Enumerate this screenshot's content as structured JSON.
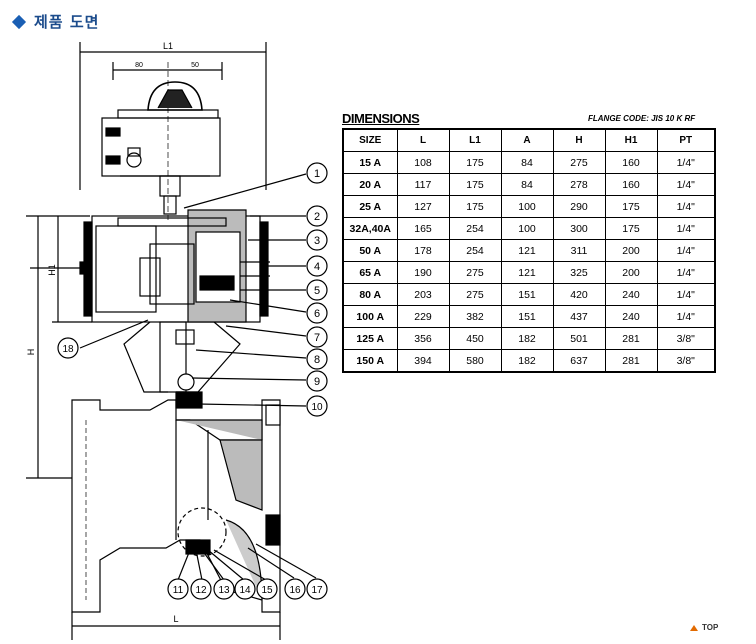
{
  "header": {
    "title": "제품 도면",
    "icon": "diamond-bullet-icon",
    "color": "#1a5fb4"
  },
  "drawing": {
    "dimension_labels": {
      "l1": "L1",
      "l": "L",
      "h": "H",
      "h1": "H1",
      "top_a": "80",
      "top_b": "50"
    },
    "callouts": [
      "1",
      "2",
      "3",
      "4",
      "5",
      "6",
      "7",
      "8",
      "9",
      "10",
      "11",
      "12",
      "13",
      "14",
      "15",
      "16",
      "17",
      "18"
    ]
  },
  "dimensions": {
    "heading": "DIMENSIONS",
    "flange_code": "FLANGE CODE: JIS 10 K RF",
    "columns": [
      "SIZE",
      "L",
      "L1",
      "A",
      "H",
      "H1",
      "PT"
    ],
    "rows": [
      [
        "15 A",
        "108",
        "175",
        "84",
        "275",
        "160",
        "1/4\""
      ],
      [
        "20 A",
        "117",
        "175",
        "84",
        "278",
        "160",
        "1/4\""
      ],
      [
        "25 A",
        "127",
        "175",
        "100",
        "290",
        "175",
        "1/4\""
      ],
      [
        "32A,40A",
        "165",
        "254",
        "100",
        "300",
        "175",
        "1/4\""
      ],
      [
        "50 A",
        "178",
        "254",
        "121",
        "311",
        "200",
        "1/4\""
      ],
      [
        "65 A",
        "190",
        "275",
        "121",
        "325",
        "200",
        "1/4\""
      ],
      [
        "80 A",
        "203",
        "275",
        "151",
        "420",
        "240",
        "1/4\""
      ],
      [
        "100 A",
        "229",
        "382",
        "151",
        "437",
        "240",
        "1/4\""
      ],
      [
        "125 A",
        "356",
        "450",
        "182",
        "501",
        "281",
        "3/8\""
      ],
      [
        "150 A",
        "394",
        "580",
        "182",
        "637",
        "281",
        "3/8\""
      ]
    ]
  },
  "footer": {
    "top_label": "TOP",
    "arrow_color": "#e26a00"
  }
}
